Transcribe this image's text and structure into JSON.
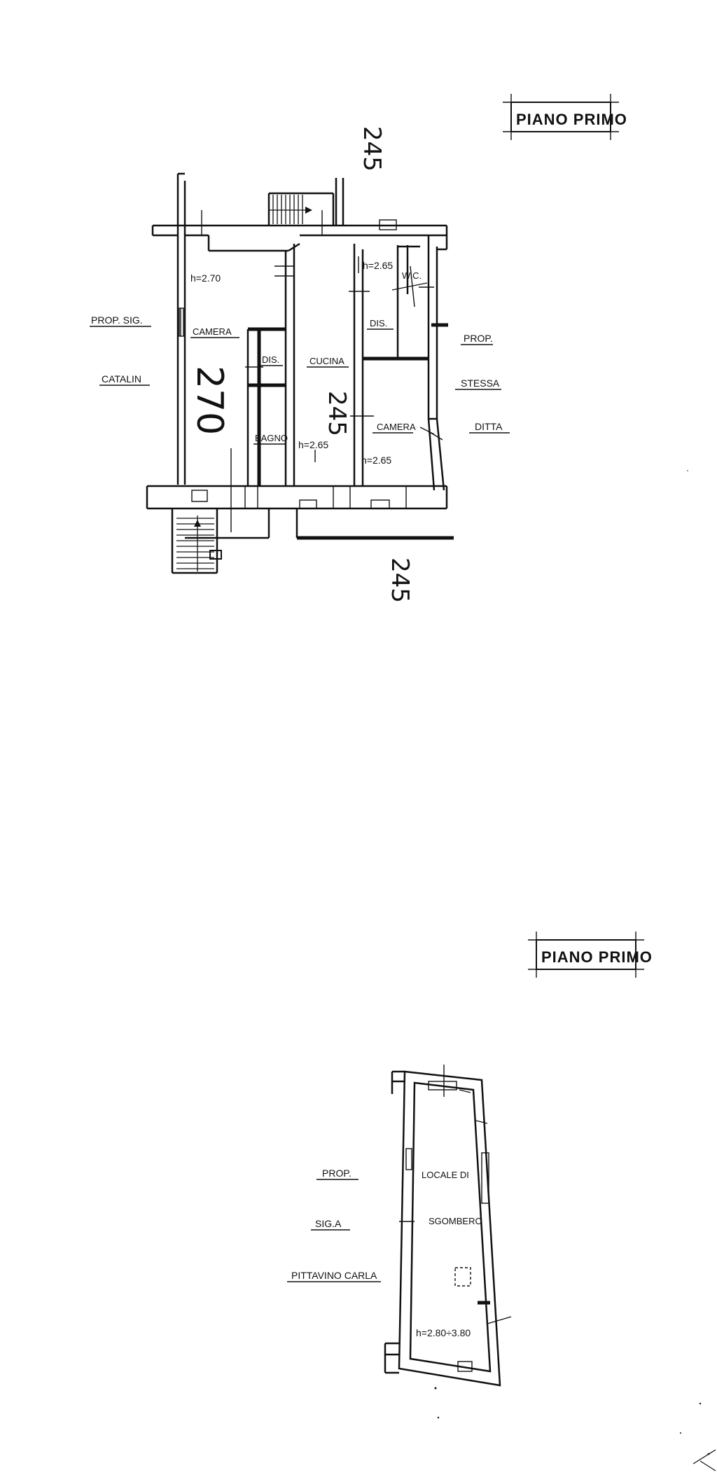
{
  "plan_top": {
    "title": "PIANO PRIMO",
    "height_top": "245",
    "height_bottom": "245",
    "neighbor_left": [
      "PROP. SIG.",
      "CATALIN"
    ],
    "neighbor_right": [
      "PROP.",
      "STESSA",
      "DITTA"
    ],
    "rooms": {
      "camera_left": {
        "name": "CAMERA",
        "h": "h=2.70",
        "big": "270"
      },
      "dis_left": {
        "name": "DIS."
      },
      "bagno": {
        "name": "BAGNO"
      },
      "cucina": {
        "name": "CUCINA",
        "h": "h=2.65",
        "big": "245"
      },
      "dis_right": {
        "name": "DIS.",
        "h": "h=2.65"
      },
      "wc": {
        "name": "W.C."
      },
      "camera_right": {
        "name": "CAMERA",
        "h": "h=2.65"
      }
    }
  },
  "plan_bottom": {
    "title": "PIANO PRIMO",
    "neighbor_left": [
      "PROP.",
      "SIG.A",
      "PITTAVINO CARLA"
    ],
    "room": {
      "name_line1": "LOCALE DI",
      "name_line2": "SGOMBERO",
      "h": "h=2.80÷3.80"
    }
  }
}
